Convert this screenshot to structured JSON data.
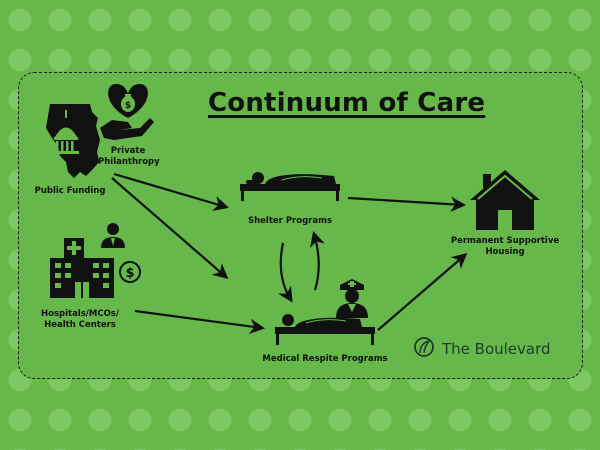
{
  "title": "Continuum of Care",
  "nodes": {
    "public_funding": "Public Funding",
    "private_philanthropy_line1": "Private",
    "private_philanthropy_line2": "Philanthropy",
    "hospitals_line1": "Hospitals/MCOs/",
    "hospitals_line2": "Health Centers",
    "shelter_programs": "Shelter Programs",
    "medical_respite": "Medical Respite Programs",
    "permanent_housing_line1": "Permanent Supportive",
    "permanent_housing_line2": "Housing"
  },
  "brand": {
    "name": "The Boulevard"
  },
  "icons": {
    "money": "$"
  },
  "colors": {
    "background": "#67b94a",
    "dots": "#7dc862",
    "ink": "#111111",
    "brand": "#1d3b2a"
  }
}
